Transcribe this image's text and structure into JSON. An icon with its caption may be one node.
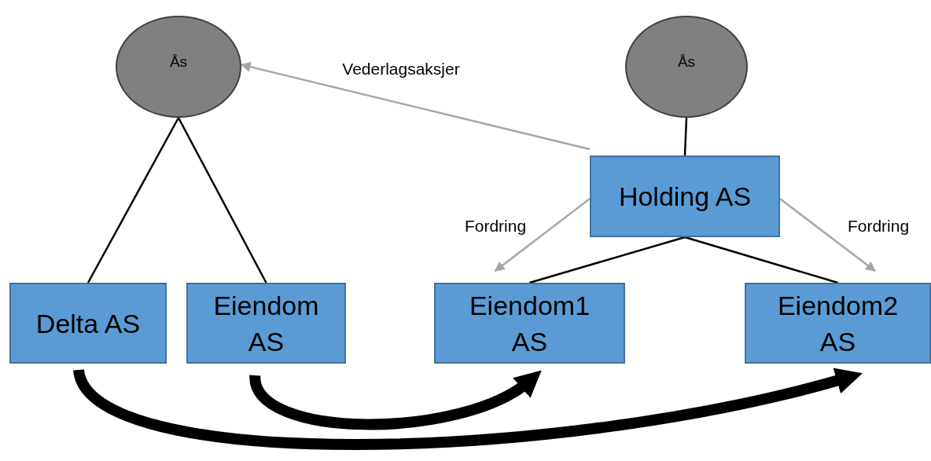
{
  "diagram": {
    "nodes": [
      {
        "text": [
          "Ås"
        ]
      },
      {
        "text": [
          "Ås"
        ]
      },
      {
        "text": [
          "Holding AS"
        ]
      },
      {
        "text": [
          "Delta AS"
        ]
      },
      {
        "text": [
          "Eiendom AS"
        ]
      },
      {
        "text": [
          "Eiendom1 AS"
        ]
      },
      {
        "text": [
          "Eiendom2 AS"
        ]
      }
    ],
    "edges": [
      {
        "from": 0,
        "to": 3,
        "arrow": "none"
      },
      {
        "from": 0,
        "to": 4,
        "arrow": "none"
      },
      {
        "from": 2,
        "to": 0,
        "arrow": "to",
        "label": "Vederlagsaksjer",
        "color": "#a6a6a6"
      },
      {
        "from": 1,
        "to": 2,
        "arrow": "none"
      },
      {
        "from": 2,
        "to": 5,
        "arrow": "none"
      },
      {
        "from": 2,
        "to": 6,
        "arrow": "none"
      },
      {
        "from": 2,
        "to": 5,
        "arrow": "to",
        "label": "Fordring",
        "color": "#a6a6a6"
      },
      {
        "from": 2,
        "to": 6,
        "arrow": "to",
        "label": "Fordring",
        "color": "#a6a6a6"
      },
      {
        "from": 3,
        "to": 6,
        "arrow": "to",
        "style": "thick"
      },
      {
        "from": 4,
        "to": 5,
        "arrow": "to",
        "style": "thick"
      }
    ]
  }
}
